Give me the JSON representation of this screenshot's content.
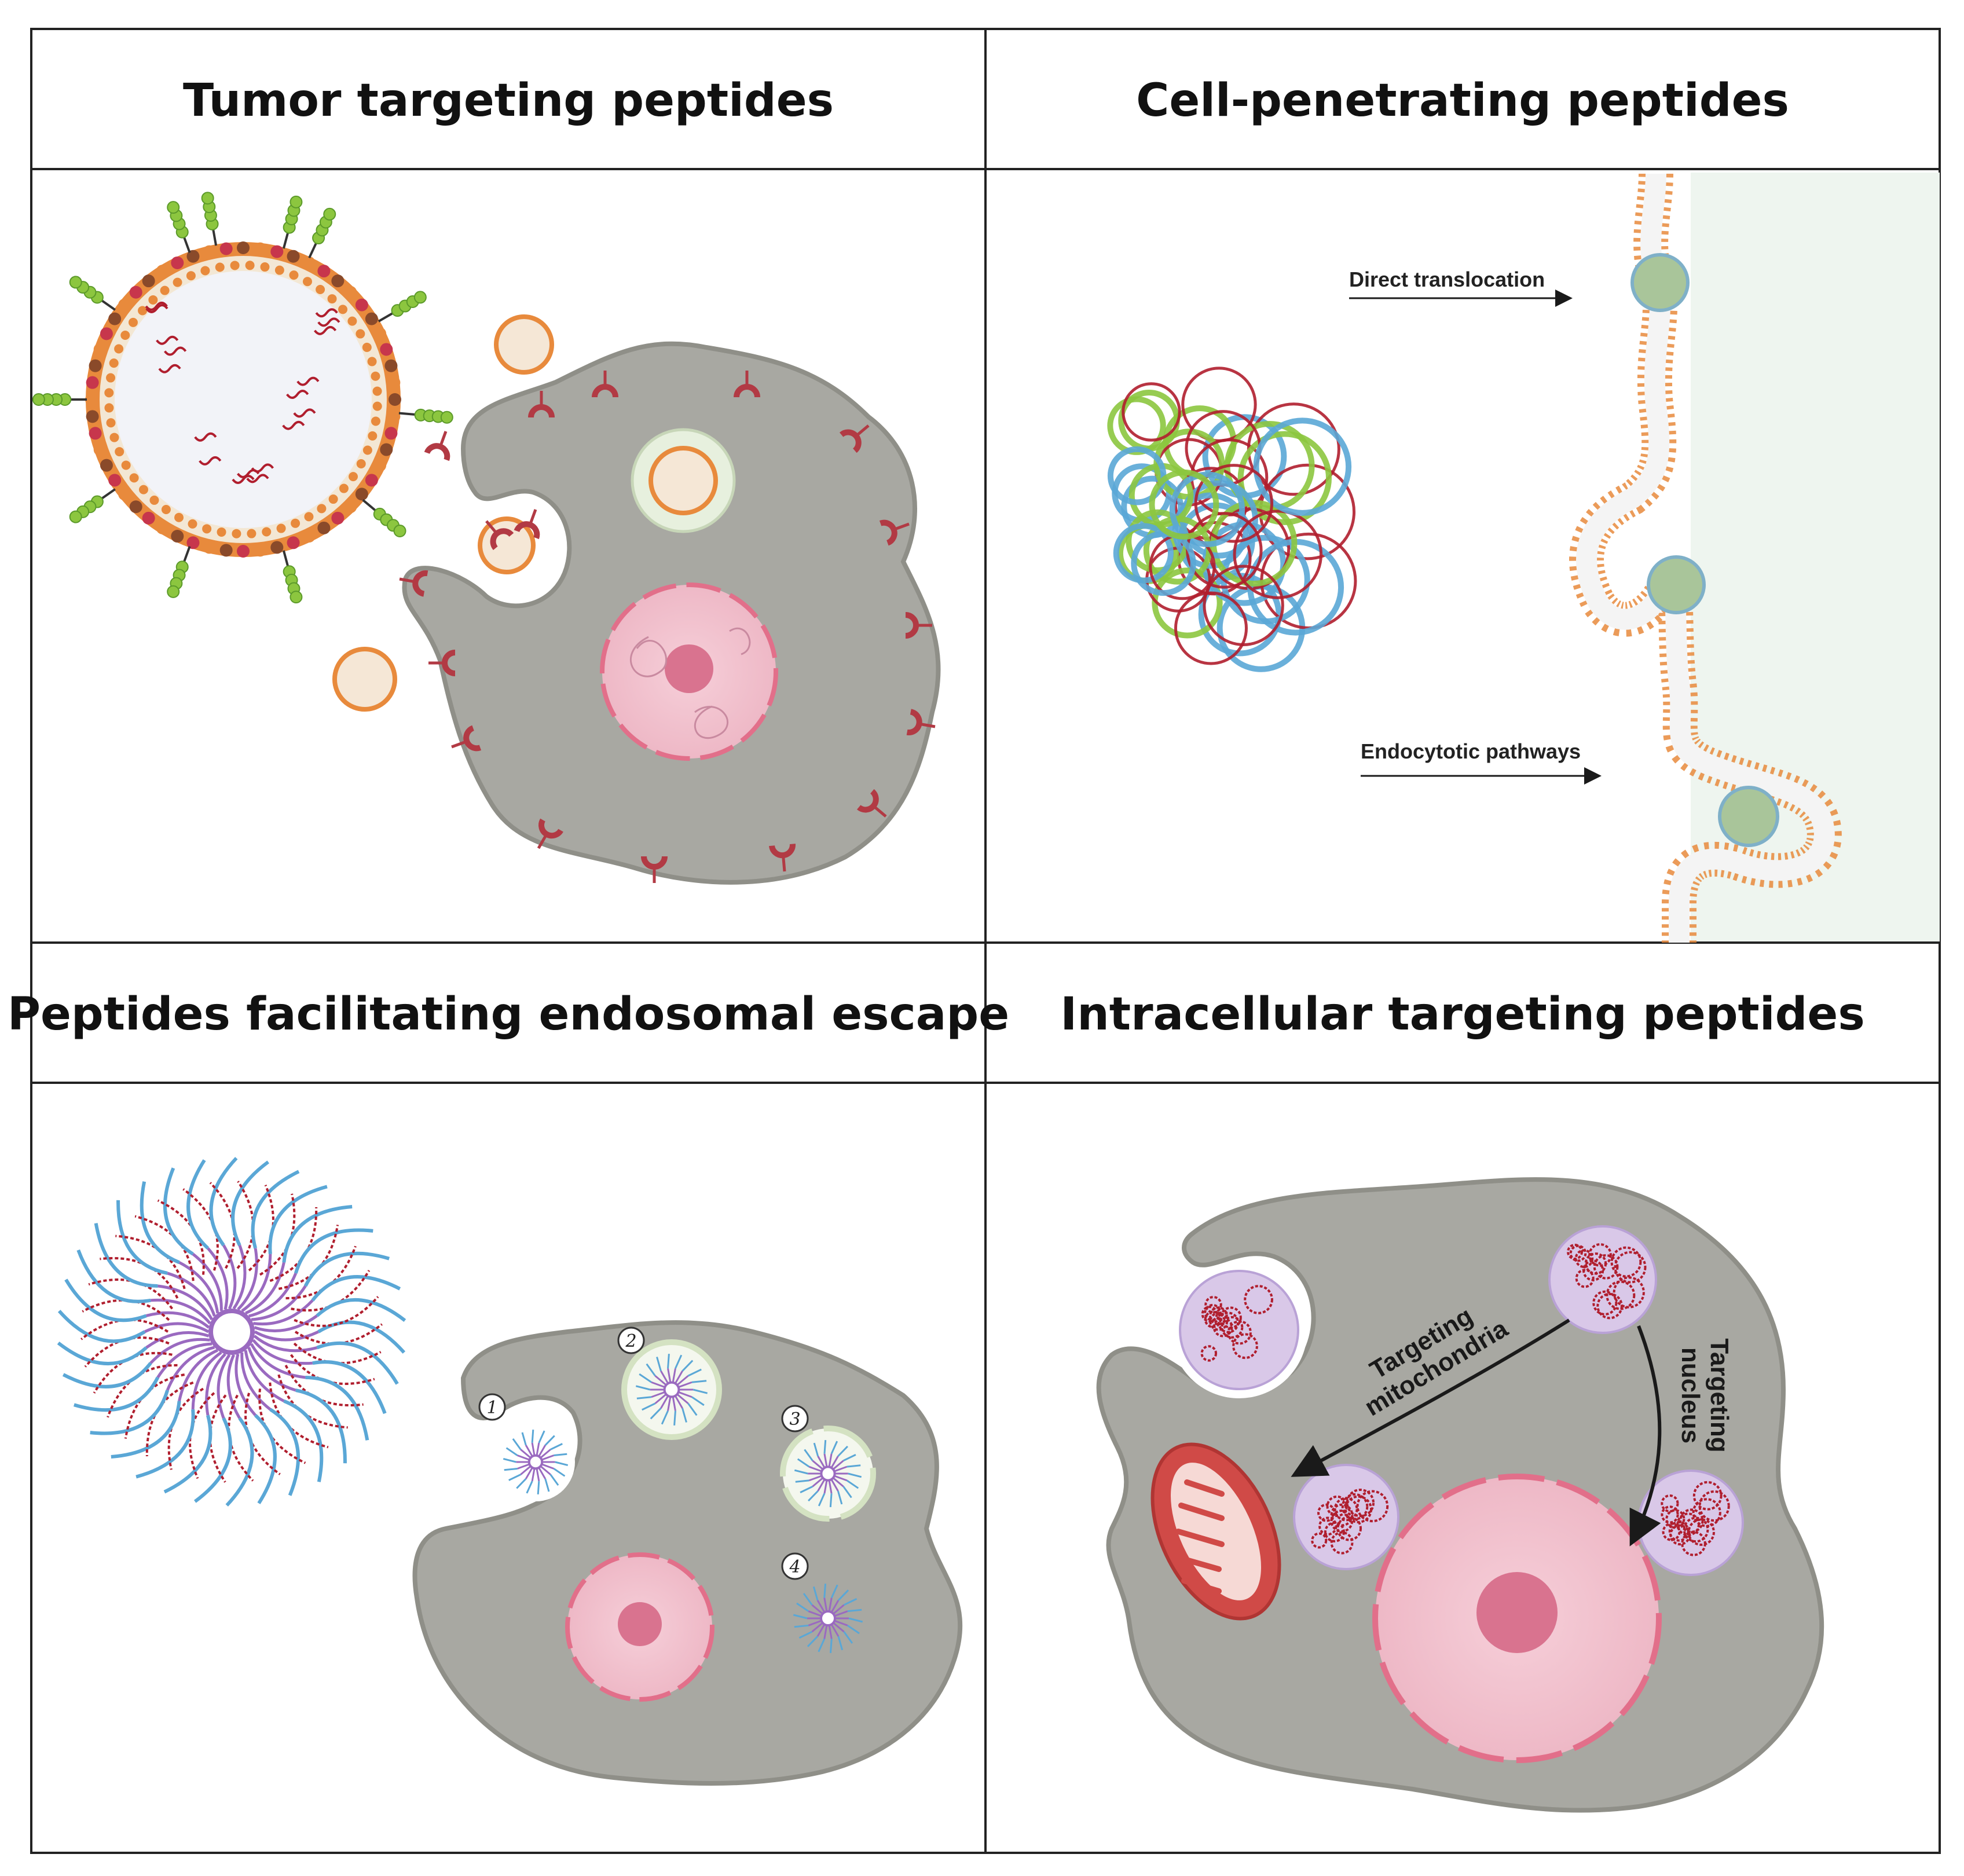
{
  "panels": [
    {
      "title": "Tumor targeting peptides"
    },
    {
      "title": "Cell-penetrating peptides",
      "labels": {
        "direct": "Direct translocation",
        "endocytotic": "Endocytotic pathways"
      }
    },
    {
      "title": "Peptides facilitating endosomal escape",
      "steps": [
        "1",
        "2",
        "3",
        "4"
      ]
    },
    {
      "title": "Intracellular targeting peptides",
      "labels": {
        "mito_line1": "Targeting",
        "mito_line2": "mitochondria",
        "nuc_line1": "Targeting",
        "nuc_line2": "nucleus"
      }
    }
  ],
  "colors": {
    "cell": "#a8a8a2",
    "cell_edge": "#8c8c85",
    "nucleus": "#f0c2cf",
    "nucleolus": "#d9738f",
    "receptor": "#b23a44",
    "peptide_green": "#8cc63f",
    "lipid_head": "#e8883a",
    "polymer_blue": "#5aa7d6",
    "polymer_red": "#b01e2e",
    "polymer_purple": "#9a6ac0",
    "cytoplasm_light": "#eef5ef",
    "mito": "#d04a47"
  }
}
